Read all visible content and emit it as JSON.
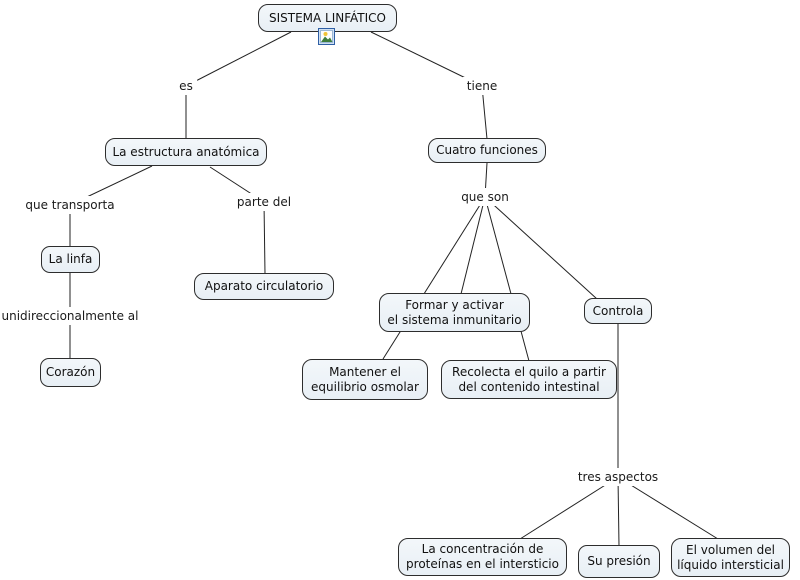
{
  "app": {
    "type": "concept-map",
    "topic": "SISTEMA LINFÁTICO",
    "background_color": "#ffffff",
    "node_fill_color": "#ecf2f7",
    "node_border_color": "#2d2d2d",
    "connector_color": "#222222",
    "text_color": "#111111"
  },
  "icons": {
    "title_attachment": "image-icon",
    "image_icon_colors": {
      "frame": "#2f5fa5",
      "sun": "#f2c437",
      "mountain": "#3e7d3e"
    }
  },
  "nodes": {
    "title": {
      "lines": [
        "SISTEMA LINFÁTICO"
      ]
    },
    "estructura": {
      "lines": [
        "La estructura anatómica"
      ]
    },
    "cuatro": {
      "lines": [
        "Cuatro funciones"
      ]
    },
    "linfa": {
      "lines": [
        "La linfa"
      ]
    },
    "corazon": {
      "lines": [
        "Corazón"
      ]
    },
    "aparato": {
      "lines": [
        "Aparato circulatorio"
      ]
    },
    "formar": {
      "lines": [
        "Formar y activar",
        "el sistema inmunitario"
      ]
    },
    "mantener": {
      "lines": [
        "Mantener el",
        "equilibrio osmolar"
      ]
    },
    "recolecta": {
      "lines": [
        "Recolecta el quilo a partir",
        "del contenido intestinal"
      ]
    },
    "controla": {
      "lines": [
        "Controla"
      ]
    },
    "concentracion": {
      "lines": [
        "La concentración de",
        "proteínas en el intersticio"
      ]
    },
    "presion": {
      "lines": [
        "Su presión"
      ]
    },
    "volumen": {
      "lines": [
        "El volumen del",
        "líquido intersticial"
      ]
    }
  },
  "links": {
    "es": "es",
    "tiene": "tiene",
    "que_transporta": "que transporta",
    "parte_del": "parte del",
    "unidireccionalmente": "unidireccionalmente al",
    "que_son": "que son",
    "tres_aspectos": "tres aspectos"
  }
}
